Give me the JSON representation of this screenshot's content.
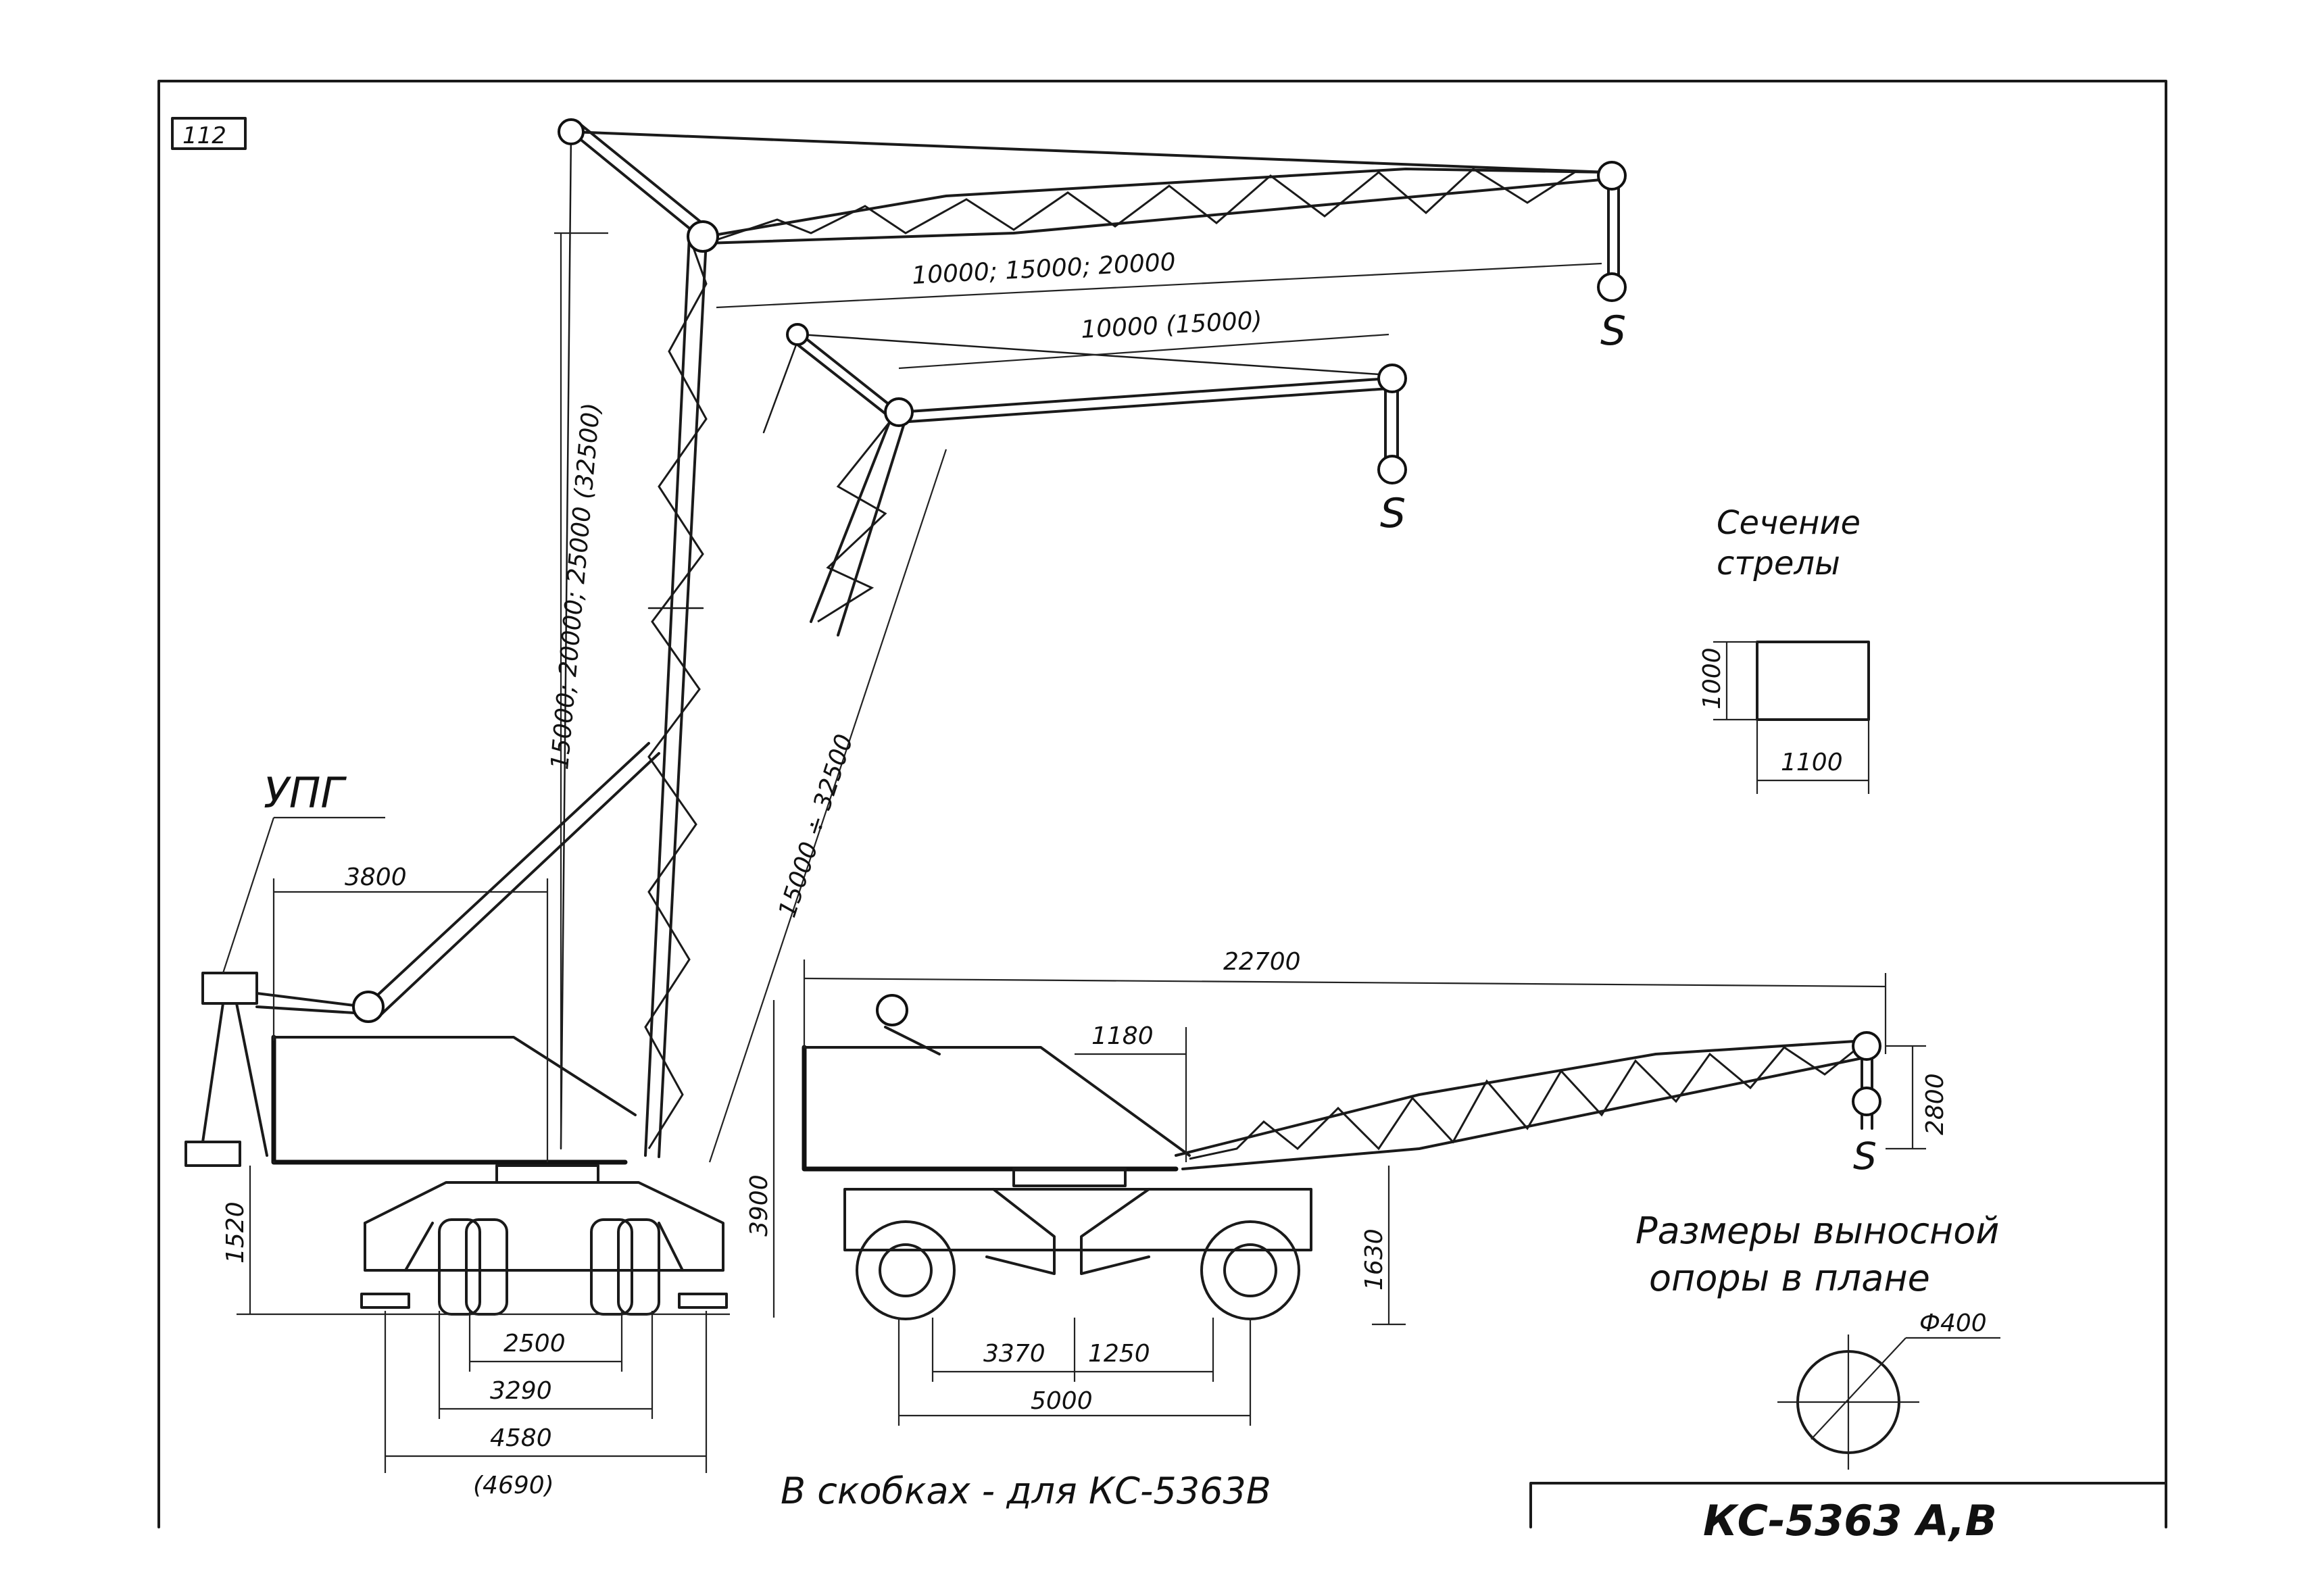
{
  "sheet": {
    "number": "112",
    "stamp_title": "КС-5363 А,В"
  },
  "labels": {
    "upg": "УПГ",
    "boom_section_line1": "Сечение",
    "boom_section_line2": "стрелы",
    "outrigger_line1": "Размеры выносной",
    "outrigger_line2": "опоры в плане",
    "footnote": "В скобках - для КС-5363В"
  },
  "dimensions": {
    "jib_lengths": "10000; 15000; 20000",
    "short_jib": "10000 (15000)",
    "tower_heights": "15000; 20000; 25000 (32500)",
    "boom_range": "15000 ÷ 32500",
    "upg_reach": "3800",
    "transport_length": "22700",
    "cab_offset": "1180",
    "hook_height": "2800",
    "transport_height": "3900",
    "frame_height": "1630",
    "base_height": "1520",
    "track_inner": "2500",
    "track_outer": "3290",
    "base_width": "4580",
    "base_width_alt": "(4690)",
    "axle_a": "3370",
    "axle_b": "1250",
    "wheelbase": "5000",
    "section_height": "1000",
    "section_width": "1100",
    "pad_diameter": "Ф400"
  }
}
